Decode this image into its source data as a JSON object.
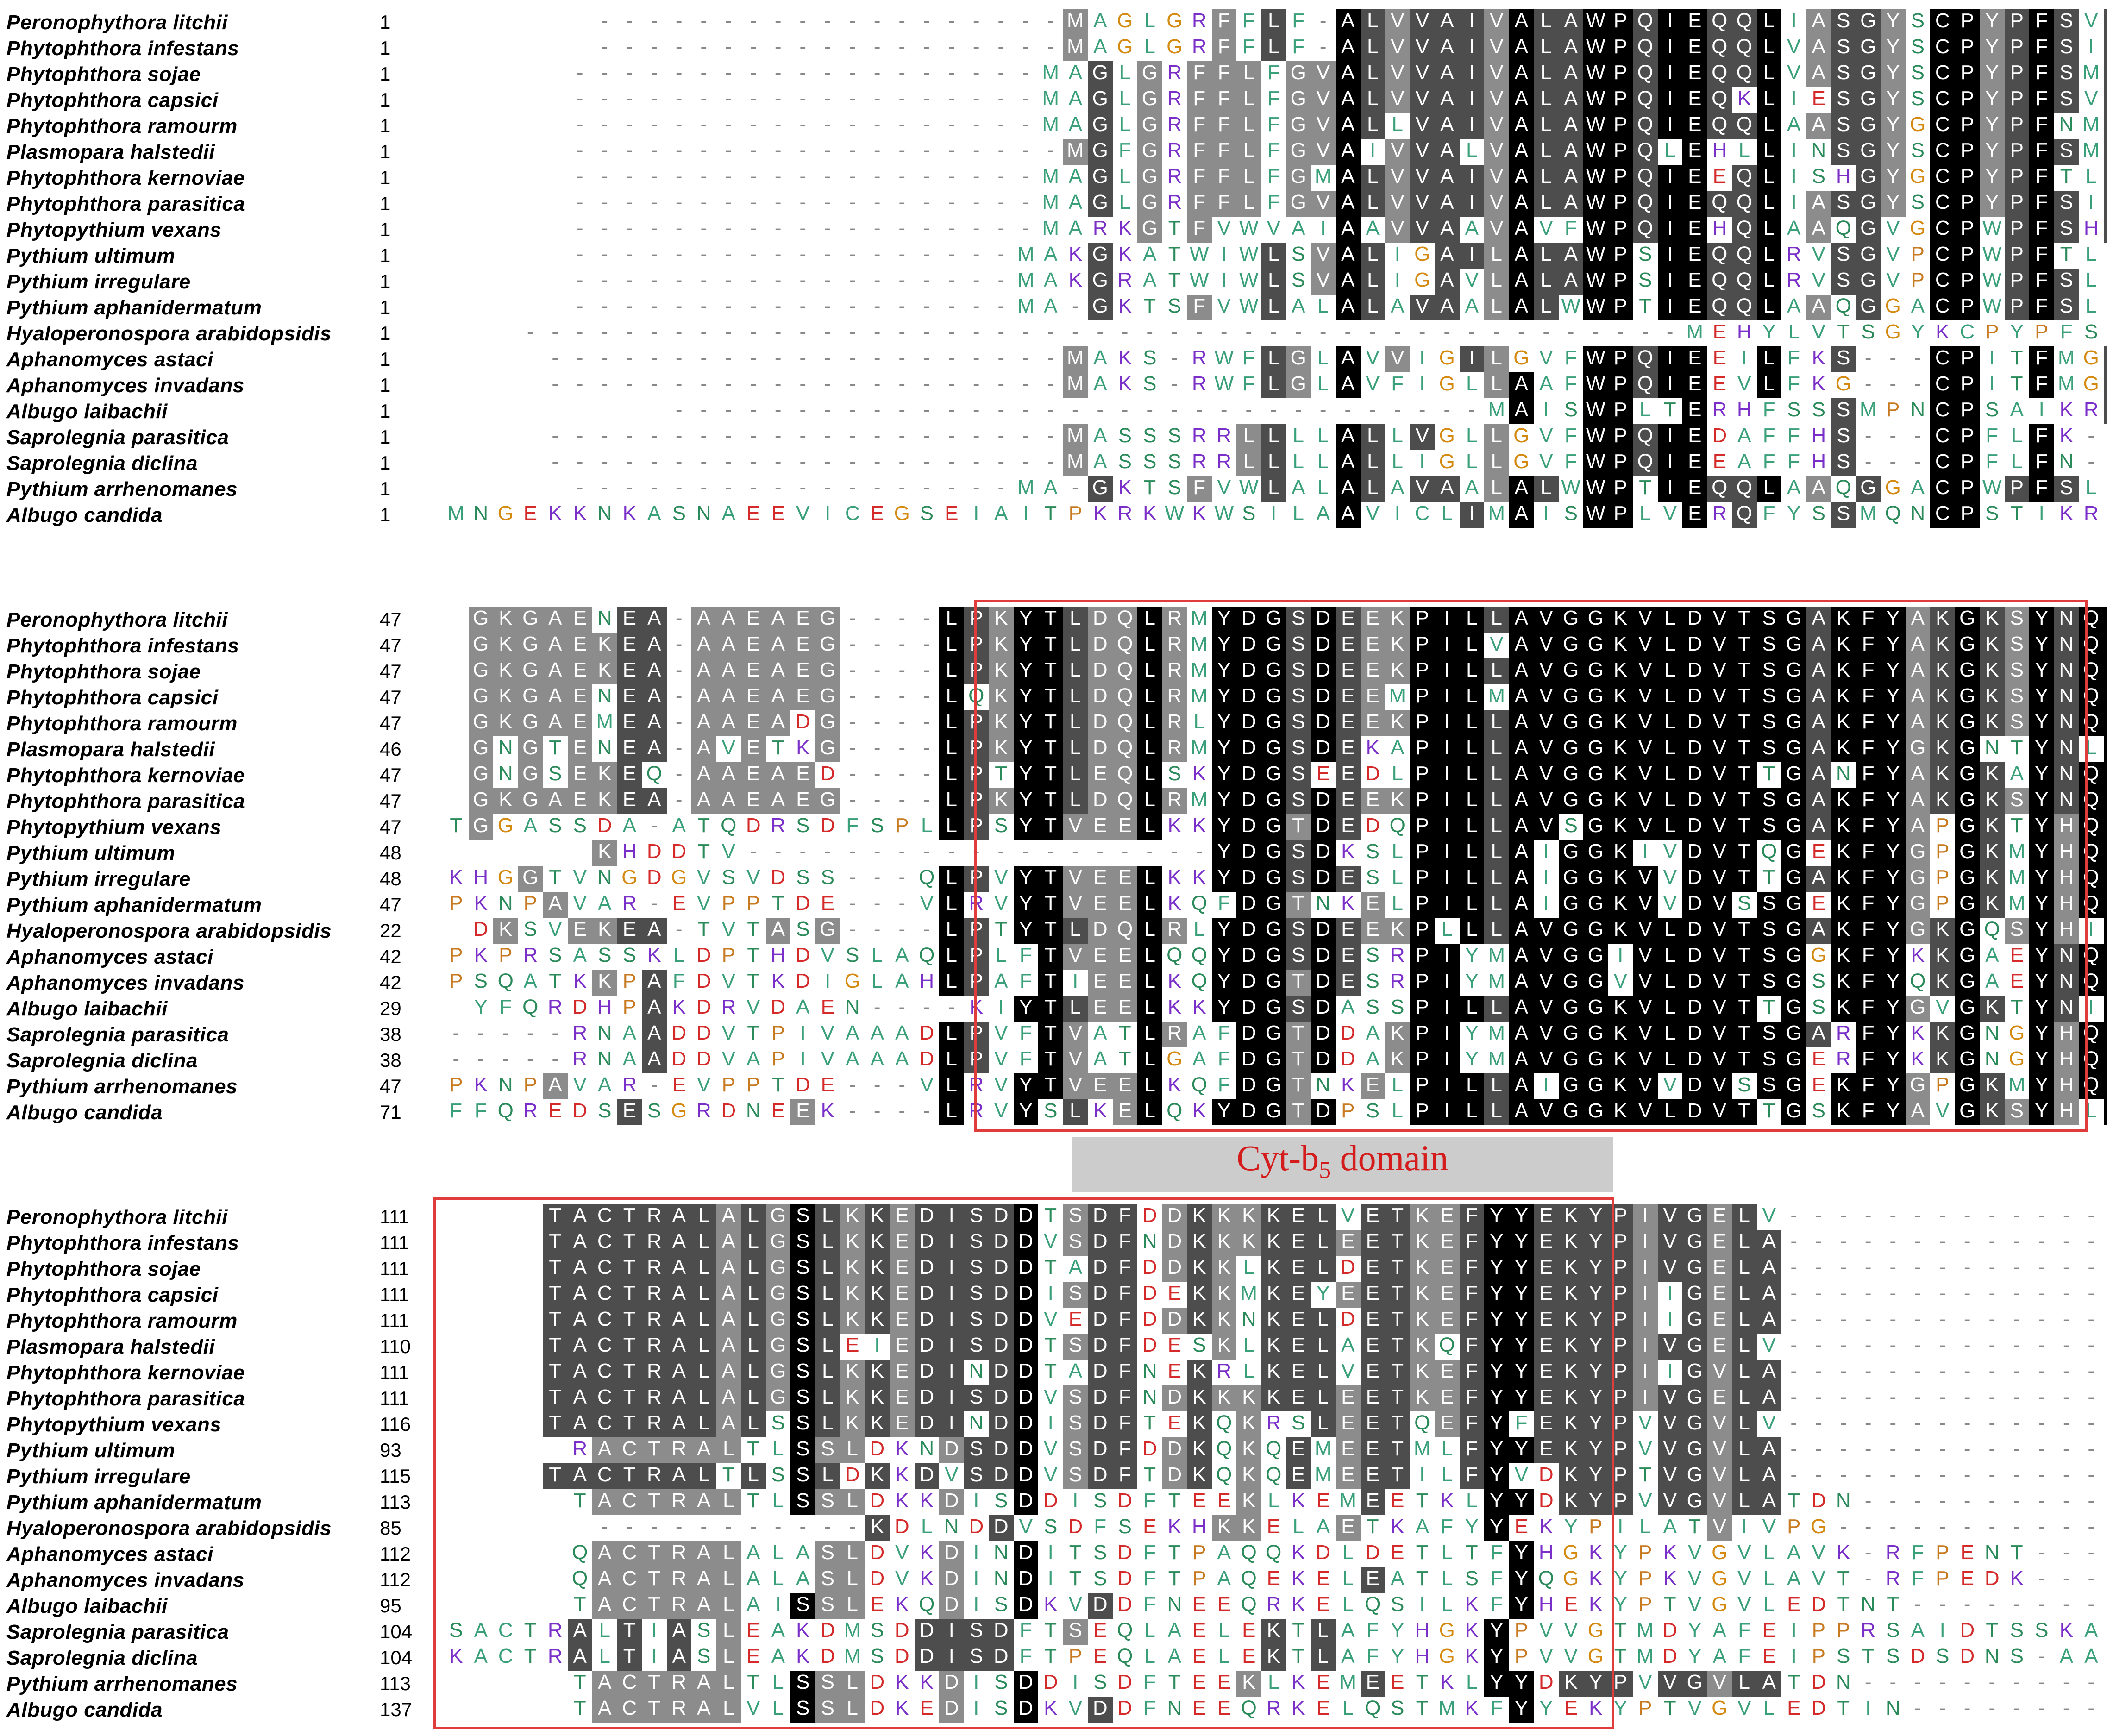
{
  "colors": {
    "identical": "#000000",
    "conserved": "#4d4d4d",
    "similar": "#8c8c8c",
    "outline": "#e03c3c",
    "label_box": "#cccccc",
    "label_text": "#d41c1c",
    "gap": "#888888"
  },
  "species": [
    "Peronophythora litchii",
    "Phytophthora infestans",
    "Phytophthora sojae",
    "Phytophthora capsici",
    "Phytophthora ramourm",
    "Plasmopara halstedii",
    "Phytophthora kernoviae",
    "Phytophthora parasitica",
    "Phytopythium vexans",
    "Pythium ultimum",
    "Pythium irregulare",
    "Pythium aphanidermatum",
    "Hyaloperonospora arabidopsidis",
    "Aphanomyces astaci",
    "Aphanomyces invadans",
    "Albugo laibachii",
    "Saprolegnia parasitica",
    "Saprolegnia diclina",
    "Pythium arrhenomanes",
    "Albugo candida"
  ],
  "domain_label": {
    "prefix": "Cyt-b",
    "subscript": "5",
    "suffix": " domain"
  },
  "blocks": [
    {
      "positions": [
        "1",
        "1",
        "1",
        "1",
        "1",
        "1",
        "1",
        "1",
        "1",
        "1",
        "1",
        "1",
        "1",
        "1",
        "1",
        "1",
        "1",
        "1",
        "1",
        "1"
      ],
      "rows": [
        "-------------------MAGLGRFFLF-ALVVAIVALAWPQIEQQLIASGYSCPYPFSVLMA",
        "-------------------MAGLGRFFLF-ALVVAIVALAWPQIEQQLVASGYSCPYPFSILIT",
        "-------------------MAGLGRFFLFGVALVVAIVALAWPQIEQQLVASGYSCPYPFSMLLT",
        "-------------------MAGLGRFFLFGVALVVAIVALAWPQIEQKLIESGYSCPYPFSVLIS",
        "-------------------MAGLGRFFLFGVALLVAIVALAWPQIEQQLAASGYGCPYPFNMLVT",
        "--------------------MGFGRFFLFGVAIVVALVALAWPQLEHLLINSGYSCPYPFSMLIT",
        "-------------------MAGLGRFFLFGMALVVAIVALAWPQIEEQLISHGYGCPYPFTLLMS",
        "-------------------MAGLGRFFLFGVALVVAIVALAWPQIEQQLIASGYSCPYPFSILIT",
        "-------------------MARKGTFVWVAIAAVVAAVAVFWPQIEHQLAAQGVGCPWPFSHLAK",
        "------------------MAKGKATWIWLSVALIGAILALAWPSIEQQLRVSGVPCPWPFTLFHA",
        "------------------MAKGRATWIWLSVALIGAVLALAWPSIEQQLRVSGVPCPWPFSLFHA",
        "------------------MA-GKTSFVWLALALAVAALALWWPTIEQQLAAQGGACPWPFSLFHT",
        "-----------------------------------------------MEHYLVTSGYKCPYPFSVLR",
        "---------------------MAKS-RWFLGLAVVIGILGVFWPQIEEILFKS---CPITFMGLRE",
        "---------------------MAKS-RWFLGLAVFIGLLAAFWPQIEEVLFKG---CPITFMGLRA",
        "---------------------------------MAISWPLTERHFSSSMPNCPSAIKRLVT",
        "---------------------MASSSRRLLLLALLVGLLGVFWPQIEDAFFHS---CPFLFK----",
        "---------------------MASSSRRLLLLALLIGLLGVFWPQIEEAFFHS---CPFLFN----",
        "------------------MA-GKTSFVWLALALAVAALALWWPTIEQQLAAQGGACPWPFSLFHT",
        "MNGEKKNKASNAEEVICEGSEIAITPKRKWKWSILAAVICLIMAISWPLVERQFYSSMQNCPSTIKRFVS"
      ]
    },
    {
      "positions": [
        "47",
        "47",
        "47",
        "47",
        "47",
        "46",
        "47",
        "47",
        "47",
        "48",
        "48",
        "47",
        "22",
        "42",
        "42",
        "29",
        "38",
        "38",
        "47",
        "71"
      ],
      "rows": [
        "GKGAENEA-AAEAEG----LPKYTLDQLRMYDGSDEEKPILLAVGGKVLDVTSGAKFYAKGKSYNQFAG",
        "GKGAEKEA-AAEAEG----LPKYTLDQLRMYDGSDEEKPILVAVGGKVLDVTSGAKFYAKGKSYNQFAG",
        "GKGAEKEA-AAEAEG----LPKYTLDQLRMYDGSDEEKPILLAVGGKVLDVTSGAKFYAKGKSYNQFAG",
        "GKGAENEA-AAEAEG----LQKYTLDQLRMYDGSDEEMPILMAVGGKVLDVTSGAKFYAKGKSYNQFAG",
        "GKGAEMEA-AAEADG----LPKYTLDQLRLYDGSDEEKPILLAVGGKVLDVTSGAKFYAKGKSYNQFAG",
        "GNGTENEA-AVETKG----LPKYTLDQLRMYDGSDEKAPILLAVGGKVLDVTSGAKFYGKGNTYNLFAG",
        "GNGSEKEQ-AAEAED----LPTYTLEQLSKYDGSEEDLPILLAVGGKVLDVTTGANFYAKGKAYNQFAG",
        "GKGAEKEA-AAEAEG----LPKYTLDQLRMYDGSDEEKPILLAVGGKVLDVTSGAKFYAKGKSYNQFAG",
        "TGGASSDA-ATQDRSDFSPLLPSYTVEELKKYDGTDEDQPILLAVSGKVLDVTSGAKFYAPGKTYHQFAG",
        "KHDDTV-------------------YDGSDKSLPILLAIGGKIVDVTQGEKFYGPGKMYHQFAG",
        "KHGGTVNGDGVSVDSS---QLPVYTVEELKKYDGSDESLPILLAIGGKVVDVTTGAKFYGPGKMYHQFAG",
        "PKNPAVAR-EVPPTDE---VLRVYTVEELKQFDGTNKELPILLAIGGKVVDVSSGEKFYGPGKMYHQFAG",
        "DKSVEKEA-TVTASG----LPTYTLDQLRLYDGSDEEKPLLLAVGGKVLDVTSGAKFYGKGQSYHIFAG",
        "PKPRSASSKLDPTHDVSLAQLPLFTVEELQQYDGSDESRPIYMAVGGIVLDVTSGGKFYKKGAEYNQFAG",
        "PSQATKKPAFDVTKDIGLAHLPAFTIEELKQYDGTDESRPIYMAVGGVVLDVTSGSKFYQKGAEYNQFAG",
        "YFQRDHPAKDRVDAEN----KIYTLEELKKYDGSDASSPILLAVGGKVLDVTTGSKFYGVGKTYNIFAG",
        "-----RNAADDVTPIVAAADLPVFTVATLRAFDGTDDAKPIYMAVGGKVLDVTSGARFYKKGNGYHQFAG",
        "-----RNAADDVAPIVAAADLPVFTVATLGAFDGTDDAKPIYMAVGGKVLDVTSGERFYKKGNGYHQFAG",
        "PKNPAVAR-EVPPTDE---VLRVYTVEELKQFDGTNKELPILLAIGGKVVDVSSGEKFYGPGKMYHQFAG",
        "FFQREDSESGRDNEEK----LRVYSLKELQKYDGTDPSLPILLAVGGKVLDVTTGSKFYAVGKSYHLFAG"
      ]
    },
    {
      "positions": [
        "111",
        "111",
        "111",
        "111",
        "111",
        "110",
        "111",
        "111",
        "116",
        "93",
        "115",
        "113",
        "85",
        "112",
        "112",
        "95",
        "104",
        "104",
        "113",
        "137"
      ],
      "rows": [
        "TACTRALALGSLKKEDISDDTSDFDDKKKKELVETKEFYYEKYPIVGELV-----------------",
        "TACTRALALGSLKKEDISDDVSDFNDKKKKELEETKEFYYEKYPIVGELA-----------------",
        "TACTRALALGSLKKEDISDDTADFDDKKLKELDETKEFYYEKYPIVGELA-----------------",
        "TACTRALALGSLKKEDISDDISDFDEKKMKEYEETKEFYYEKYPIIGELA-----------------",
        "TACTRALALGSLKKEDISDDVEDFDDKKNKELDETKEFYYEKYPIIGELA-----------------",
        "TACTRALALGSLEIEDISDDTSDFDESKLKELAETKQFYYEKYPIVGELV-----------------",
        "TACTRALALGSLKKEDINDDTADFNEKRLKELVETKEFYYEKYPIIGVLA-----------------",
        "TACTRALALGSLKKEDISDDVSDFNDKKKKELEETKEFYYEKYPIVGELA-----------------",
        "TACTRALALSSLKKEDINDDISDFTEKQKRSLEETQEFYFEKYPVVGVLV-----------------",
        "RACTRALTLSSLDKNDSDDVSDFDDKQKQEMEETMLFYYEKYPVVGVLA-----------------",
        "TACTRALTLSSLDKKDVSDDVSDFTDKQKQEMEETILFYVDKYPTVGVLA-----------------",
        "TACTRALTLSSLDKKDISDDISDFTEEKLKEMEETKLYYDKYPVVGVLATDN--------------",
        "-----------KDLNDDVSDFSEKHKKELAETKAFYYEKYPILATVIVPG---------------",
        "QACTRALALASLDVKDINDITSDFTPAQQKDLDETLTFYHGKYPKVGVLAVK-RFPENT-------",
        "QACTRALALASLDVKDINDITSDFTPAQEKELEATLSFYQGKYPKVGVLAVT-RFPEDK-------",
        "TACTRALAISSLEKQDISDKVDDFNEEQRKELQSILKFYHEKYPTVGVLEDTNT------------",
        "SACTRALTIASLEAKDMSDDISDFTSEQLAELEKTLAFYHGKYPVVGTMDYAFEIPPRSAIDTSSKASPAP",
        "KACTRALTIASLEAKDMSDDISDFTPEQLAELEKTLAFYHGKYPVVGTMDYAFEIPSTSDSDNS-AASPAP",
        "TACTRALTLSSLDKKDISDDISDFTEEKLKEMEETKLYYDKYPVVGVLATDN--------------",
        "TACTRALVLSSLDKEDISDKVDDFNEEQRKELQSTMKFYYEKYPTVGVLEDTIN------------"
      ]
    }
  ]
}
